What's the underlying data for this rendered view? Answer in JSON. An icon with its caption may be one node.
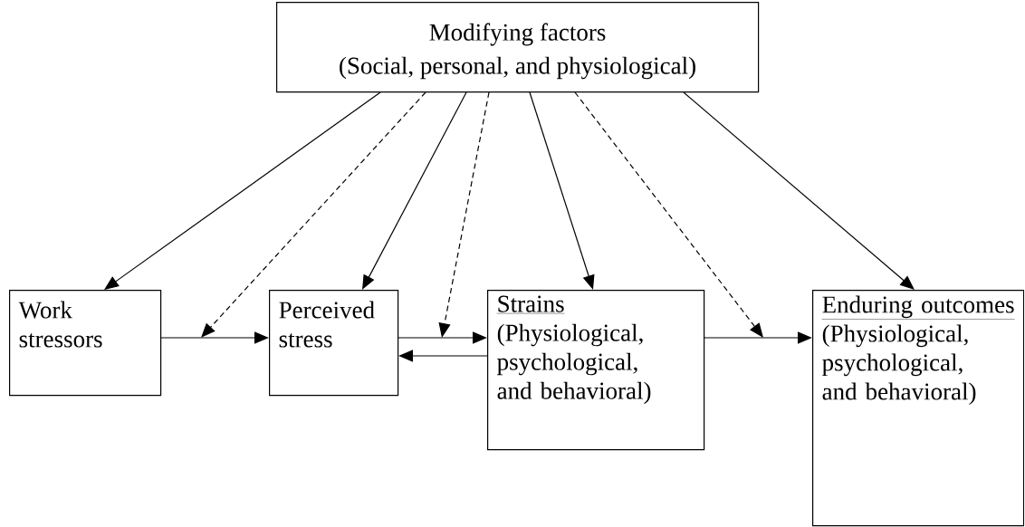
{
  "diagram": {
    "nodes": [
      {
        "text": [
          "Modifying factors",
          "(Social, personal, and physiological)"
        ]
      },
      {
        "text": [
          "Work stressors"
        ]
      },
      {
        "text": [
          "Perceived stress"
        ]
      },
      {
        "text": [
          "Strains",
          "(Physiological, psychological, and behavioral)"
        ]
      },
      {
        "text": [
          "Enduring outcomes",
          "(Physiological, psychological, and behavioral)"
        ]
      }
    ],
    "edges": [
      {
        "from": 0,
        "to": 1,
        "arrow": "to"
      },
      {
        "from": 0,
        "to": null,
        "arrow": "to",
        "style": "dashed"
      },
      {
        "from": 0,
        "to": 2,
        "arrow": "to"
      },
      {
        "from": 0,
        "to": null,
        "arrow": "to",
        "style": "dashed"
      },
      {
        "from": 0,
        "to": 3,
        "arrow": "to"
      },
      {
        "from": 0,
        "to": null,
        "arrow": "to",
        "style": "dashed"
      },
      {
        "from": 0,
        "to": 4,
        "arrow": "to"
      },
      {
        "from": 1,
        "to": 2,
        "arrow": "to"
      },
      {
        "from": 2,
        "to": 3,
        "arrow": "to"
      },
      {
        "from": 3,
        "to": 2,
        "arrow": "to"
      },
      {
        "from": 3,
        "to": 4,
        "arrow": "to"
      }
    ]
  }
}
